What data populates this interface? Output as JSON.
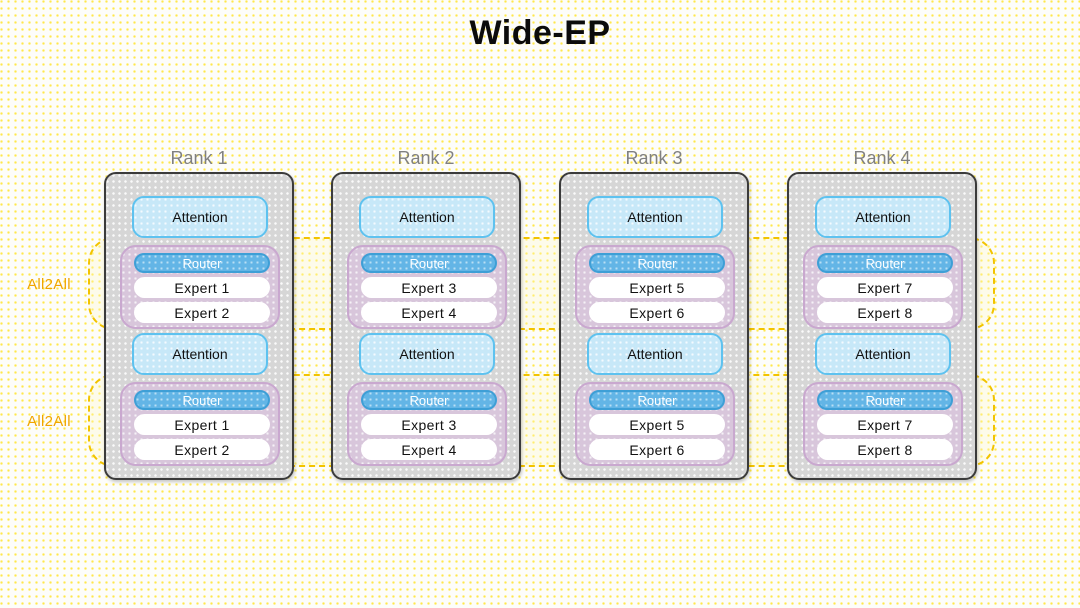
{
  "title": "Wide-EP",
  "colors": {
    "background": "#fdfdfa",
    "dots": "#ffe84a",
    "panel_fill": "#d6d6d6",
    "panel_border": "#3b3b3b",
    "attention_fill": "#c7e8f8",
    "attention_border": "#5ec2ef",
    "moe_fill": "#d8c6db",
    "moe_border": "#c9a8cf",
    "router_fill": "#63b5e6",
    "router_border": "#3e9fd6",
    "expert_fill": "#ffffff",
    "a2a_border": "#f2c300",
    "a2a_label": "#f0a500",
    "rank_label": "#808080"
  },
  "groups": [
    {
      "label": "All2All"
    },
    {
      "label": "All2All"
    }
  ],
  "ranks": [
    {
      "header": "Rank 1",
      "layers": [
        {
          "attention": "Attention",
          "router": "Router",
          "experts": [
            "Expert 1",
            "Expert 2"
          ]
        },
        {
          "attention": "Attention",
          "router": "Router",
          "experts": [
            "Expert 1",
            "Expert 2"
          ]
        }
      ]
    },
    {
      "header": "Rank 2",
      "layers": [
        {
          "attention": "Attention",
          "router": "Router",
          "experts": [
            "Expert 3",
            "Expert 4"
          ]
        },
        {
          "attention": "Attention",
          "router": "Router",
          "experts": [
            "Expert 3",
            "Expert 4"
          ]
        }
      ]
    },
    {
      "header": "Rank 3",
      "layers": [
        {
          "attention": "Attention",
          "router": "Router",
          "experts": [
            "Expert 5",
            "Expert 6"
          ]
        },
        {
          "attention": "Attention",
          "router": "Router",
          "experts": [
            "Expert 5",
            "Expert 6"
          ]
        }
      ]
    },
    {
      "header": "Rank 4",
      "layers": [
        {
          "attention": "Attention",
          "router": "Router",
          "experts": [
            "Expert 7",
            "Expert 8"
          ]
        },
        {
          "attention": "Attention",
          "router": "Router",
          "experts": [
            "Expert 7",
            "Expert 8"
          ]
        }
      ]
    }
  ]
}
